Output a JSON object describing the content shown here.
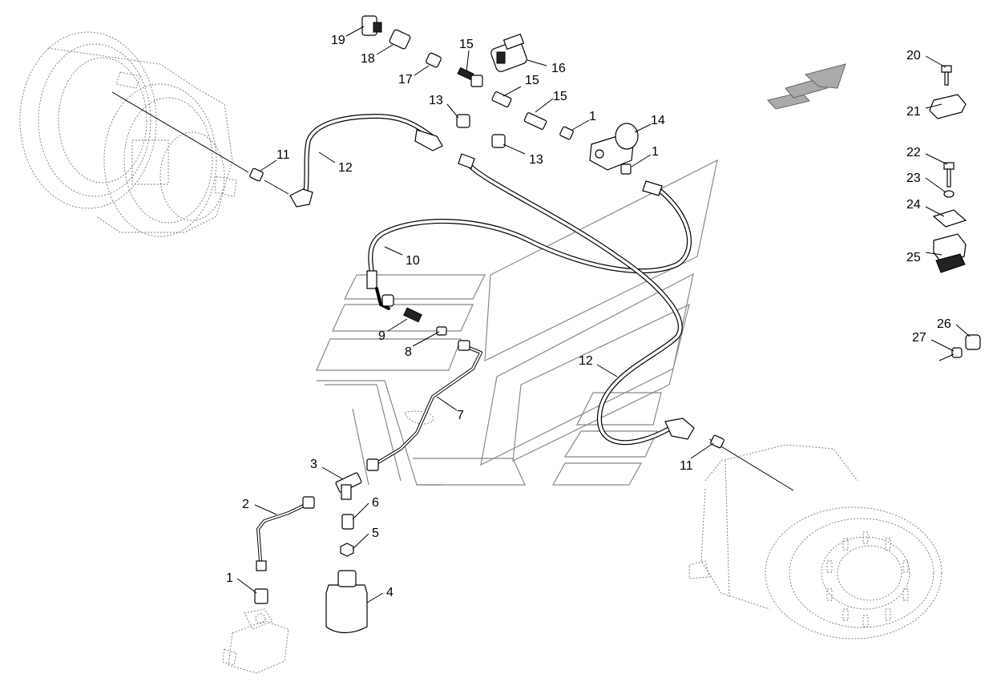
{
  "diagram": {
    "labels": {
      "l1a": "1",
      "l1b": "1",
      "l1c": "1",
      "l2": "2",
      "l3": "3",
      "l4": "4",
      "l5": "5",
      "l6": "6",
      "l7": "7",
      "l8": "8",
      "l9": "9",
      "l10": "10",
      "l11a": "11",
      "l11b": "11",
      "l12a": "12",
      "l12b": "12",
      "l13a": "13",
      "l13b": "13",
      "l14": "14",
      "l15a": "15",
      "l15b": "15",
      "l15c": "15",
      "l16": "16",
      "l17": "17",
      "l18": "18",
      "l19": "19",
      "l20": "20",
      "l21": "21",
      "l22": "22",
      "l23": "23",
      "l24": "24",
      "l25": "25",
      "l26": "26",
      "l27": "27"
    }
  }
}
